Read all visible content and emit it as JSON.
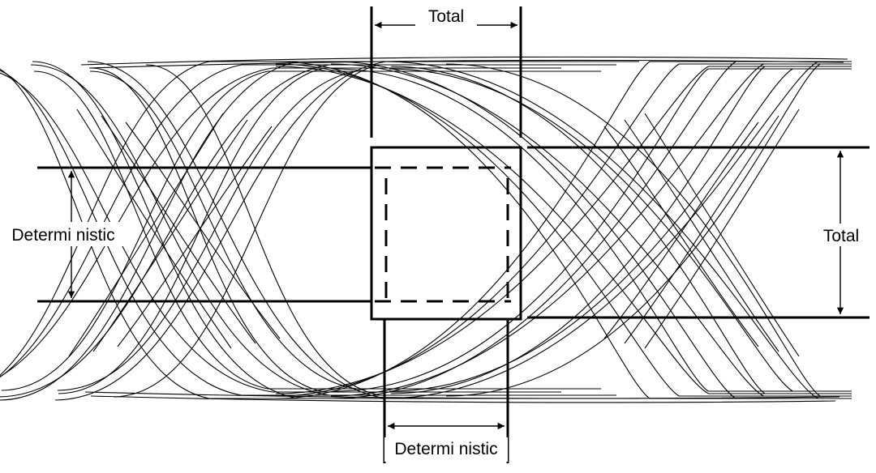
{
  "labels": {
    "top_total": "Total",
    "right_total": "Total",
    "left_deterministic": "Determi nistic",
    "bottom_deterministic": "Determi nistic"
  },
  "colors": {
    "stroke": "#000000",
    "background": "#ffffff"
  }
}
